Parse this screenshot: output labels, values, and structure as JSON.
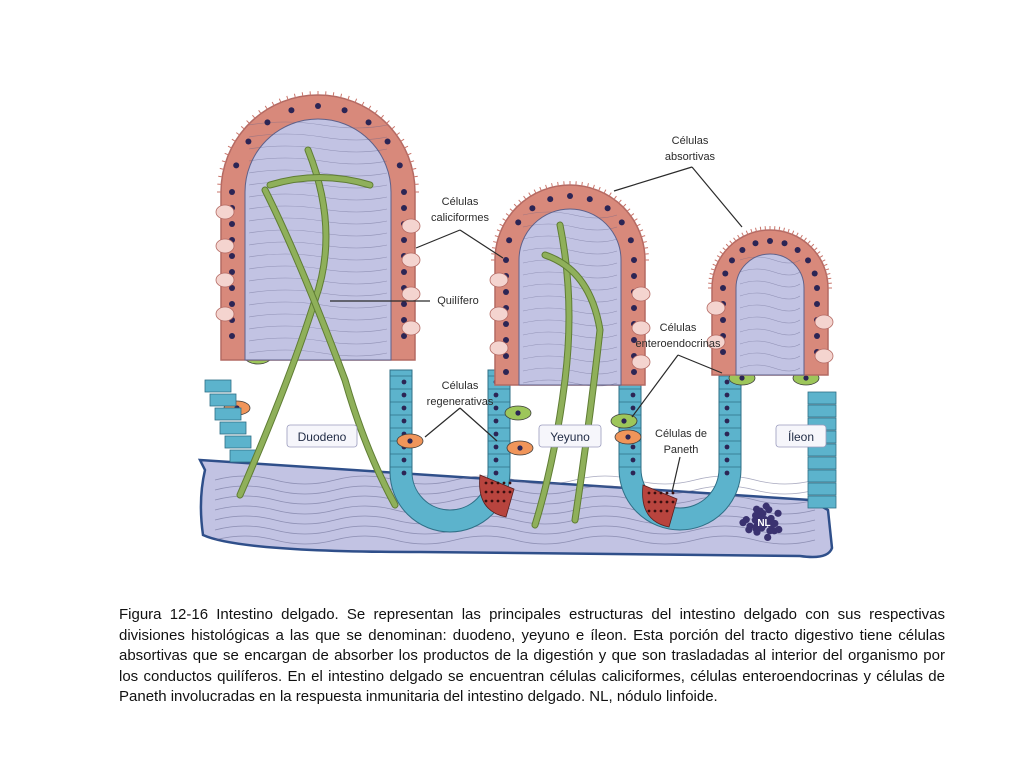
{
  "diagram": {
    "callouts": {
      "absortivas": [
        "Células",
        "absortivas"
      ],
      "caliciformes": [
        "Células",
        "caliciformes"
      ],
      "quilifero": [
        "Quilífero"
      ],
      "enteroendocrinas": [
        "Células",
        "enteroendocrinas"
      ],
      "regenerativas": [
        "Células",
        "regenerativas"
      ],
      "paneth": [
        "Células de",
        "Paneth"
      ]
    },
    "regions": {
      "duodeno": "Duodeno",
      "yeyuno": "Yeyuno",
      "ileon": "Íleon"
    },
    "nodule_label": "NL",
    "colors": {
      "lamina": "#c2c3e3",
      "lamina_stroke": "#5f6088",
      "base_stroke": "#2f4f8a",
      "epithelium": "#d8897b",
      "epithelium_edge": "#b46a63",
      "nucleus": "#2c2555",
      "goblet": "#f4d4cf",
      "crypt_cell": "#5cb3cc",
      "enteroendocrine": "#9dc65a",
      "regenerative": "#f0955a",
      "paneth": "#b8443e",
      "lacteal": "#8fb05a",
      "nodule": "#3a3270"
    }
  },
  "caption": "Figura 12-16 Intestino delgado. Se representan las principales estructuras del intestino delgado con sus respectivas divisiones histológicas a las que se denominan: duodeno, yeyuno e íleon. Esta porción del tracto digestivo tiene células absortivas que se encargan de absorber los productos de la digestión y que son trasladadas al interior del organismo por los conductos quilíferos. En el intestino delgado se encuentran células caliciformes, células enteroendocrinas y células de Paneth involucradas en la respuesta inmunitaria del intestino delgado. NL, nódulo linfoide."
}
